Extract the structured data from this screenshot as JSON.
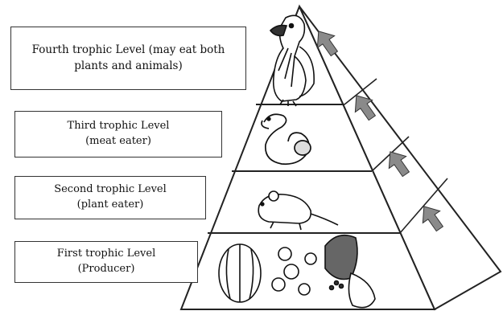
{
  "levels": [
    {
      "line1": "Fourth trophic Level (may eat both",
      "line2": "plants and animals)",
      "organism": "eagle"
    },
    {
      "line1": "Third trophic Level",
      "line2": "(meat eater)",
      "organism": "snake"
    },
    {
      "line1": "Second trophic Level",
      "line2": "(plant eater)",
      "organism": "rat"
    },
    {
      "line1": "First trophic Level",
      "line2": "(Producer)",
      "organism": "plants and fruits"
    }
  ],
  "arrow_direction": "up",
  "colors": {
    "arrow_fill": "#8a8a8a",
    "outline": "#222222"
  },
  "icons": [
    "eagle-icon",
    "snake-icon",
    "rat-icon",
    "plant-icon",
    "energy-arrow-icon"
  ]
}
